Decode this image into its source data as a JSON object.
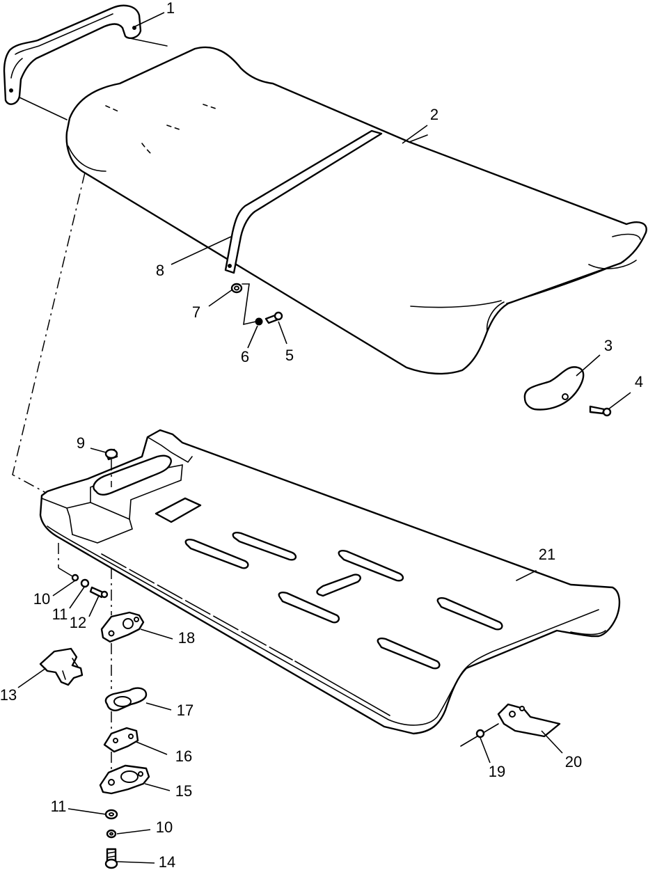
{
  "callouts": [
    {
      "id": "1",
      "label": "1"
    },
    {
      "id": "2",
      "label": "2"
    },
    {
      "id": "3",
      "label": "3"
    },
    {
      "id": "4",
      "label": "4"
    },
    {
      "id": "5",
      "label": "5"
    },
    {
      "id": "6",
      "label": "6"
    },
    {
      "id": "7",
      "label": "7"
    },
    {
      "id": "8",
      "label": "8"
    },
    {
      "id": "9",
      "label": "9"
    },
    {
      "id": "10a",
      "label": "10"
    },
    {
      "id": "11a",
      "label": "11"
    },
    {
      "id": "12",
      "label": "12"
    },
    {
      "id": "13",
      "label": "13"
    },
    {
      "id": "14",
      "label": "14"
    },
    {
      "id": "15",
      "label": "15"
    },
    {
      "id": "16",
      "label": "16"
    },
    {
      "id": "17",
      "label": "17"
    },
    {
      "id": "18",
      "label": "18"
    },
    {
      "id": "19",
      "label": "19"
    },
    {
      "id": "20",
      "label": "20"
    },
    {
      "id": "21",
      "label": "21"
    },
    {
      "id": "11b",
      "label": "11"
    },
    {
      "id": "10b",
      "label": "10"
    }
  ]
}
